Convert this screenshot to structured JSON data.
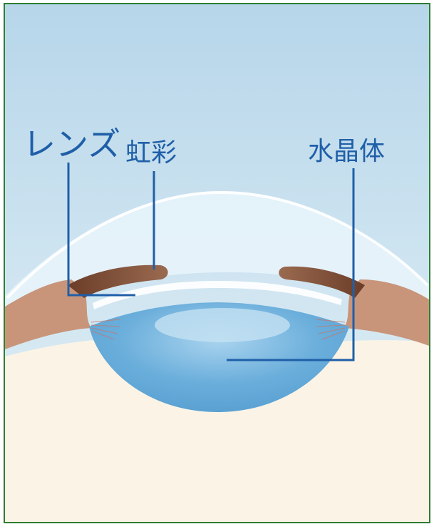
{
  "labels": {
    "lens": "レンズ",
    "iris": "虹彩",
    "crystalline_lens": "水晶体"
  },
  "colors": {
    "frame_border": "#2e7d32",
    "sky_top": "#b8d7ea",
    "sky_bottom": "#d6e9f2",
    "skin": "#fbf4e6",
    "label_text": "#1f5fa8",
    "leader_line": "#1f5fa8",
    "iris_fill": "#7a4a33",
    "tissue_fill": "#c8957a",
    "lens_fill": "#6fb0dc",
    "cornea_fill": "#e6f3fa"
  }
}
